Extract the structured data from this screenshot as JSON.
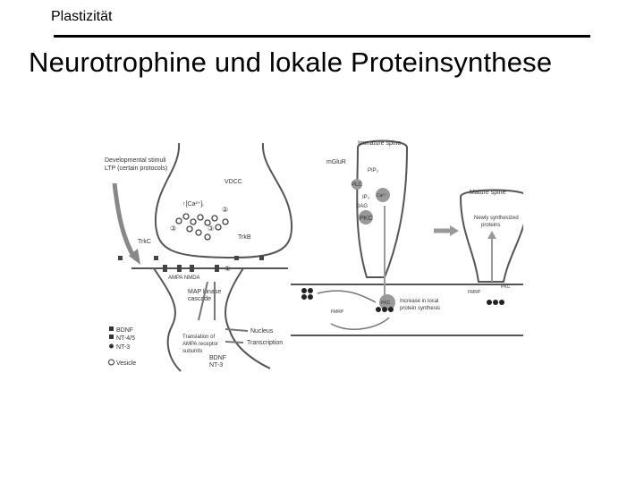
{
  "header": {
    "section_label": "Plastizität",
    "title": "Neurotrophine und lokale Proteinsynthese"
  },
  "left_figure": {
    "stimuli_line1": "Developmental stimuli",
    "stimuli_line2": "LTP (certain protocols)",
    "vdcc": "VDCC",
    "calcium": "↑[Ca²⁺]ᵢ",
    "step1": "①",
    "step2": "②",
    "step3": "③",
    "trkb": "TrkB",
    "trkc": "TrkC",
    "ampa_nmda": "AMPA  NMDA",
    "map_kinase_1": "MAP kinase",
    "map_kinase_2": "cascade",
    "nucleus": "Nucleus",
    "transcription": "Transcription",
    "translation_1": "Translation of",
    "translation_2": "AMPA receptor",
    "translation_3": "subunits",
    "bdnf_nt3_1": "BDNF",
    "bdnf_nt3_2": "NT-3",
    "legend_bdnf": "BDNF",
    "legend_nt45": "NT-4/5",
    "legend_nt3": "NT-3",
    "legend_vesicle": "Vesicle"
  },
  "right_figure": {
    "immature_spine": "Immature spine",
    "mglur": "mGluR",
    "pip2": "PIP₂",
    "plc": "PLC",
    "ip3": "IP₃",
    "dag": "DAG",
    "pkc": "PKC",
    "ca": "Ca²⁺",
    "mature_spine": "Mature spine",
    "newly_1": "Newly synthesized",
    "newly_2": "proteins",
    "increase_1": "Increase in local",
    "increase_2": "protein synthesis",
    "fmrp": "FMRP",
    "fmrp_right": "FMRP",
    "pkc_mark": "PKC"
  }
}
